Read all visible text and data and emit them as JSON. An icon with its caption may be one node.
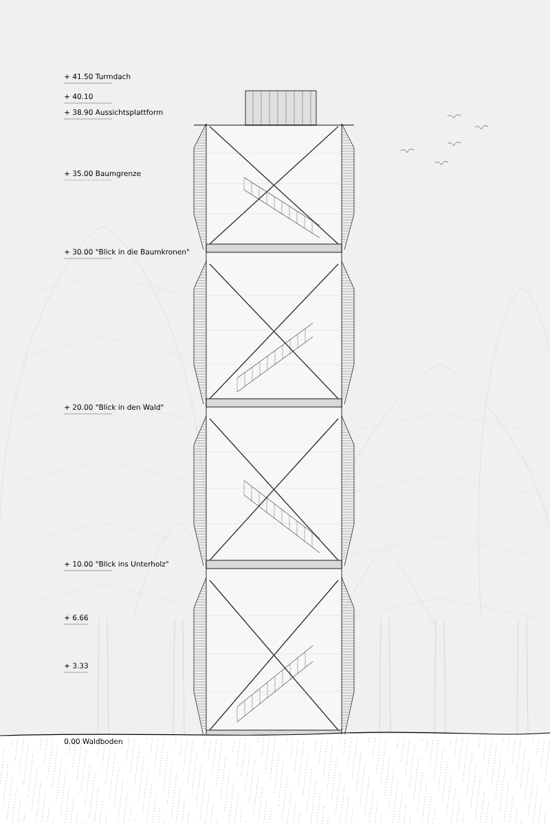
{
  "diagram": {
    "labels": [
      "+ 41.50 Turmdach",
      "+ 40.10",
      "+ 38.90  Aussichtsplattform",
      "+ 35.00 Baumgrenze",
      "+ 30.00 \"Blick in die Baumkronen\"",
      "+ 20.00 \"Blick in den Wald\"",
      "+ 10.00 \"Blick ins Unterholz\"",
      "+ 6.66",
      "+ 3.33",
      "0.00 Waldboden"
    ]
  }
}
